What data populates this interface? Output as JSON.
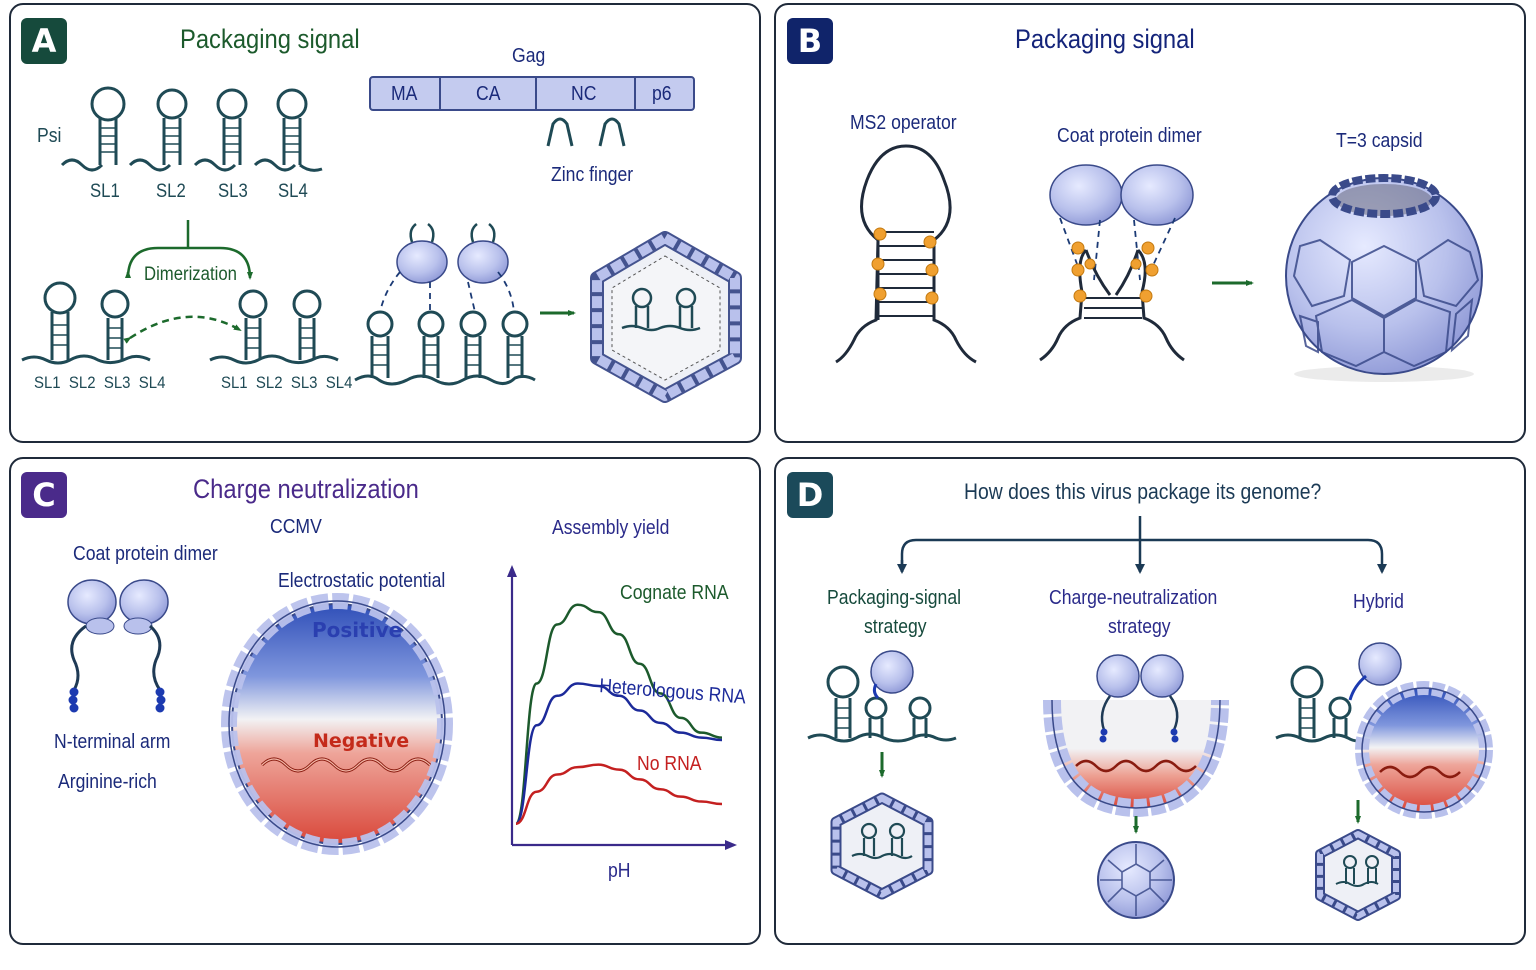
{
  "panels": {
    "a": {
      "badge": "A",
      "title": "Packaging signal",
      "psi": "Psi",
      "stem_loops": [
        "SL1",
        "SL2",
        "SL3",
        "SL4"
      ],
      "gag": "Gag",
      "gag_domains": [
        "MA",
        "CA",
        "NC",
        "p6"
      ],
      "zinc_finger": "Zinc finger",
      "dimerization": "Dimerization",
      "left_dimer_labels": "SL1  SL2  SL3  SL4",
      "right_dimer_labels": "SL1  SL2  SL3  SL4"
    },
    "b": {
      "badge": "B",
      "title": "Packaging signal",
      "ms2_operator": "MS2 operator",
      "coat_protein_dimer": "Coat protein dimer",
      "capsid": "T=3 capsid"
    },
    "c": {
      "badge": "C",
      "title": "Charge neutralization",
      "ccmv": "CCMV",
      "coat_protein_dimer": "Coat protein dimer",
      "electrostatic_potential": "Electrostatic potential",
      "positive": "Positive",
      "negative": "Negative",
      "n_terminal_arm": "N-terminal arm",
      "arginine_rich": "Arginine-rich",
      "plot_title": "Assembly yield",
      "plot_xlabel": "pH"
    },
    "d": {
      "badge": "D",
      "question": "How does this virus package its genome?",
      "strategy_1": [
        "Packaging-signal",
        "strategy"
      ],
      "strategy_2": [
        "Charge-neutralization",
        "strategy"
      ],
      "strategy_3": "Hybrid"
    }
  },
  "colors": {
    "border": "#1f2a3a",
    "badge_a": "#164a3c",
    "badge_b": "#10246a",
    "badge_c": "#4a2a8a",
    "badge_d": "#1b4a5a",
    "title_green": "#1c5a2c",
    "title_blue": "#14247a",
    "title_purple": "#4a2a8a",
    "rna": "#1f4a55",
    "protein": "#c4cbef",
    "protein_edge": "#3a4a8a",
    "arrow": "#1c6a2c",
    "cognate": "#1c5a2c",
    "heterologous": "#1c2a9a",
    "no_rna": "#c42020",
    "orange": "#f0a030"
  },
  "chart_data": {
    "type": "line",
    "title": "Assembly yield",
    "xlabel": "pH",
    "ylabel": "",
    "x": [
      0,
      1,
      2,
      3,
      4,
      5,
      6,
      7,
      8,
      9,
      10
    ],
    "series": [
      {
        "name": "Cognate RNA",
        "values": [
          0.05,
          0.62,
          0.86,
          0.94,
          0.91,
          0.82,
          0.7,
          0.58,
          0.48,
          0.42,
          0.4
        ]
      },
      {
        "name": "Heterologous RNA",
        "values": [
          0.05,
          0.45,
          0.57,
          0.62,
          0.61,
          0.57,
          0.51,
          0.46,
          0.42,
          0.4,
          0.39
        ]
      },
      {
        "name": "No RNA",
        "values": [
          0.05,
          0.18,
          0.25,
          0.28,
          0.29,
          0.27,
          0.23,
          0.19,
          0.16,
          0.14,
          0.13
        ]
      }
    ],
    "xlim": [
      0,
      10
    ],
    "ylim": [
      0,
      1
    ],
    "grid": false,
    "legend": "inline labels"
  }
}
